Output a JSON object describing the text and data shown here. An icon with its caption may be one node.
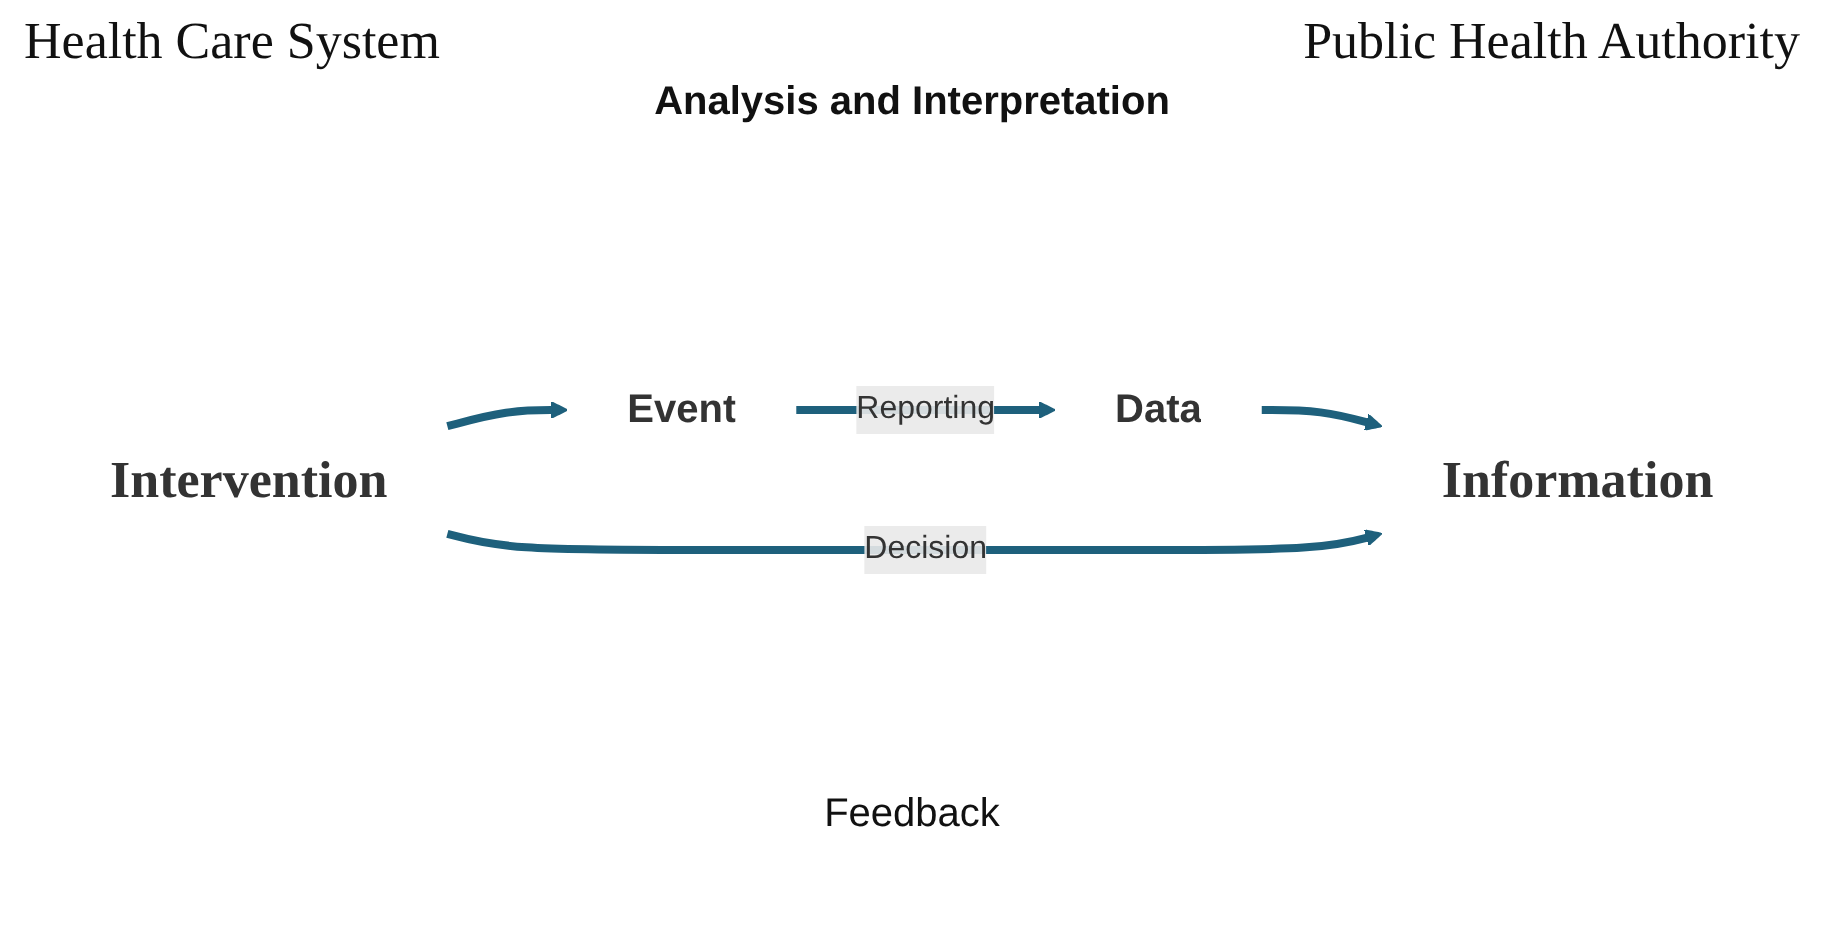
{
  "diagram": {
    "nodes": [
      {
        "text": [
          "Event"
        ]
      },
      {
        "text": [
          "Data"
        ]
      },
      {
        "text": [
          "Information"
        ]
      },
      {
        "text": [
          "Intervention"
        ]
      }
    ],
    "edges": [
      {
        "from": 0,
        "to": 1,
        "arrow": "to",
        "label": "Reporting"
      },
      {
        "from": 1,
        "to": 2,
        "arrow": "to"
      },
      {
        "from": 3,
        "to": 2,
        "arrow": "to",
        "label": "Decision"
      },
      {
        "from": 3,
        "to": 0,
        "arrow": "to"
      }
    ],
    "labels": [
      "Health Care System",
      "Public Health Authority",
      "Analysis and Interpretation",
      "Feedback"
    ]
  }
}
